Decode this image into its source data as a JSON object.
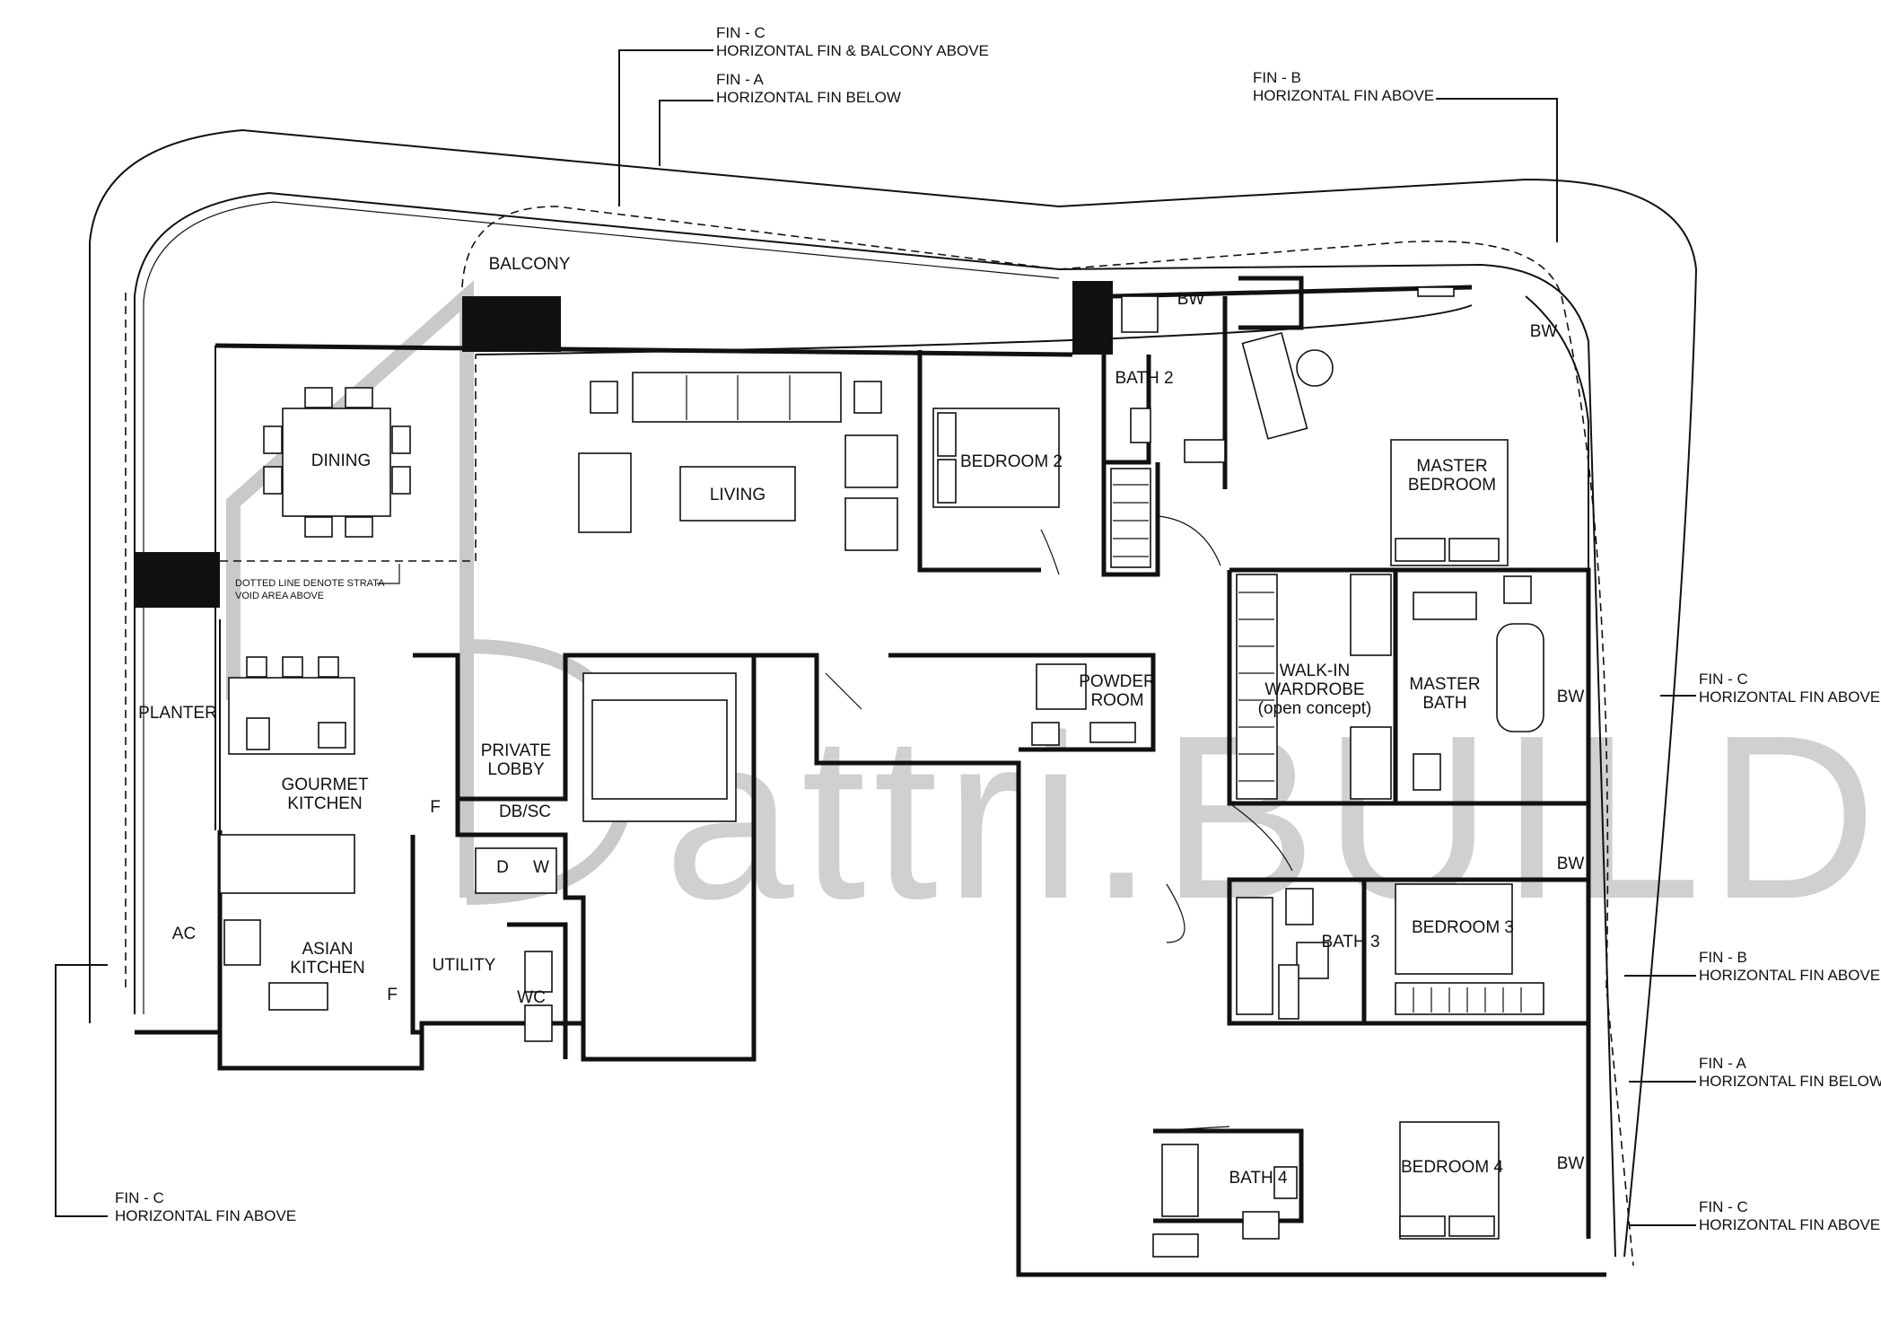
{
  "watermark": "attri.BUILD",
  "rooms": {
    "balcony": "BALCONY",
    "dining": "DINING",
    "living": "LIVING",
    "bedroom2": "BEDROOM 2",
    "bath2": "BATH 2",
    "bw": "BW",
    "master_bedroom_1": "MASTER",
    "master_bedroom_2": "BEDROOM",
    "walkin_1": "WALK-IN",
    "walkin_2": "WARDROBE",
    "walkin_3": "(open concept)",
    "master_bath_1": "MASTER",
    "master_bath_2": "BATH",
    "planter": "PLANTER",
    "gourmet_1": "GOURMET",
    "gourmet_2": "KITCHEN",
    "private_1": "PRIVATE",
    "private_2": "LOBBY",
    "dbsc": "DB/SC",
    "f": "F",
    "powder_1": "POWDER",
    "powder_2": "ROOM",
    "ac": "AC",
    "asian_1": "ASIAN",
    "asian_2": "KITCHEN",
    "utility": "UTILITY",
    "d": "D",
    "w": "W",
    "wc": "WC",
    "bath3": "BATH 3",
    "bedroom3": "BEDROOM 3",
    "bath4": "BATH 4",
    "bedroom4": "BEDROOM 4"
  },
  "notes": {
    "strata_1": "DOTTED LINE DENOTE STRATA",
    "strata_2": "VOID AREA ABOVE",
    "fin_c": "FIN - C",
    "fin_c_top_desc": "HORIZONTAL FIN & BALCONY ABOVE",
    "fin_a": "FIN - A",
    "fin_a_desc": "HORIZONTAL FIN BELOW",
    "fin_b": "FIN - B",
    "fin_b_desc": "HORIZONTAL FIN ABOVE",
    "fin_c_desc": "HORIZONTAL FIN ABOVE"
  }
}
